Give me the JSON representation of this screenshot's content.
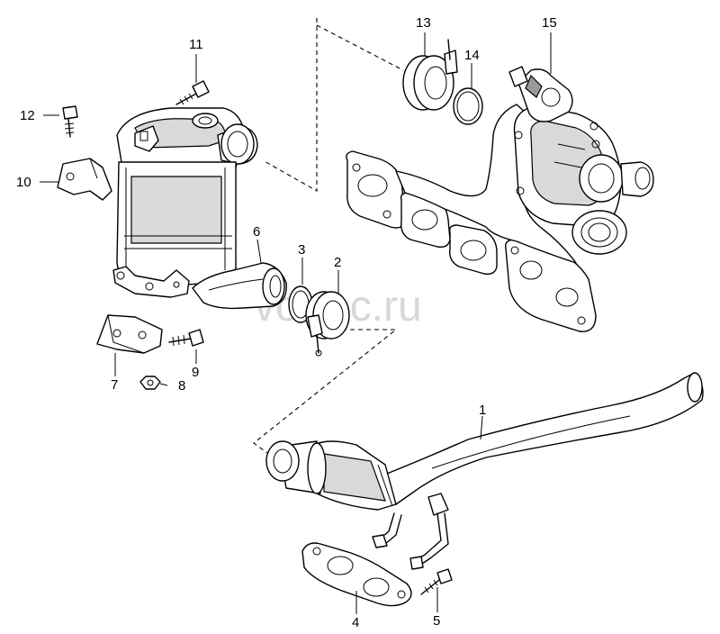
{
  "watermark": "vortec.ru",
  "callouts": {
    "p1": "1",
    "p2": "2",
    "p3": "3",
    "p4": "4",
    "p5": "5",
    "p6": "6",
    "p7": "7",
    "p8": "8",
    "p9": "9",
    "p10": "10",
    "p11": "11",
    "p12": "12",
    "p13": "13",
    "p14": "14",
    "p15": "15"
  }
}
